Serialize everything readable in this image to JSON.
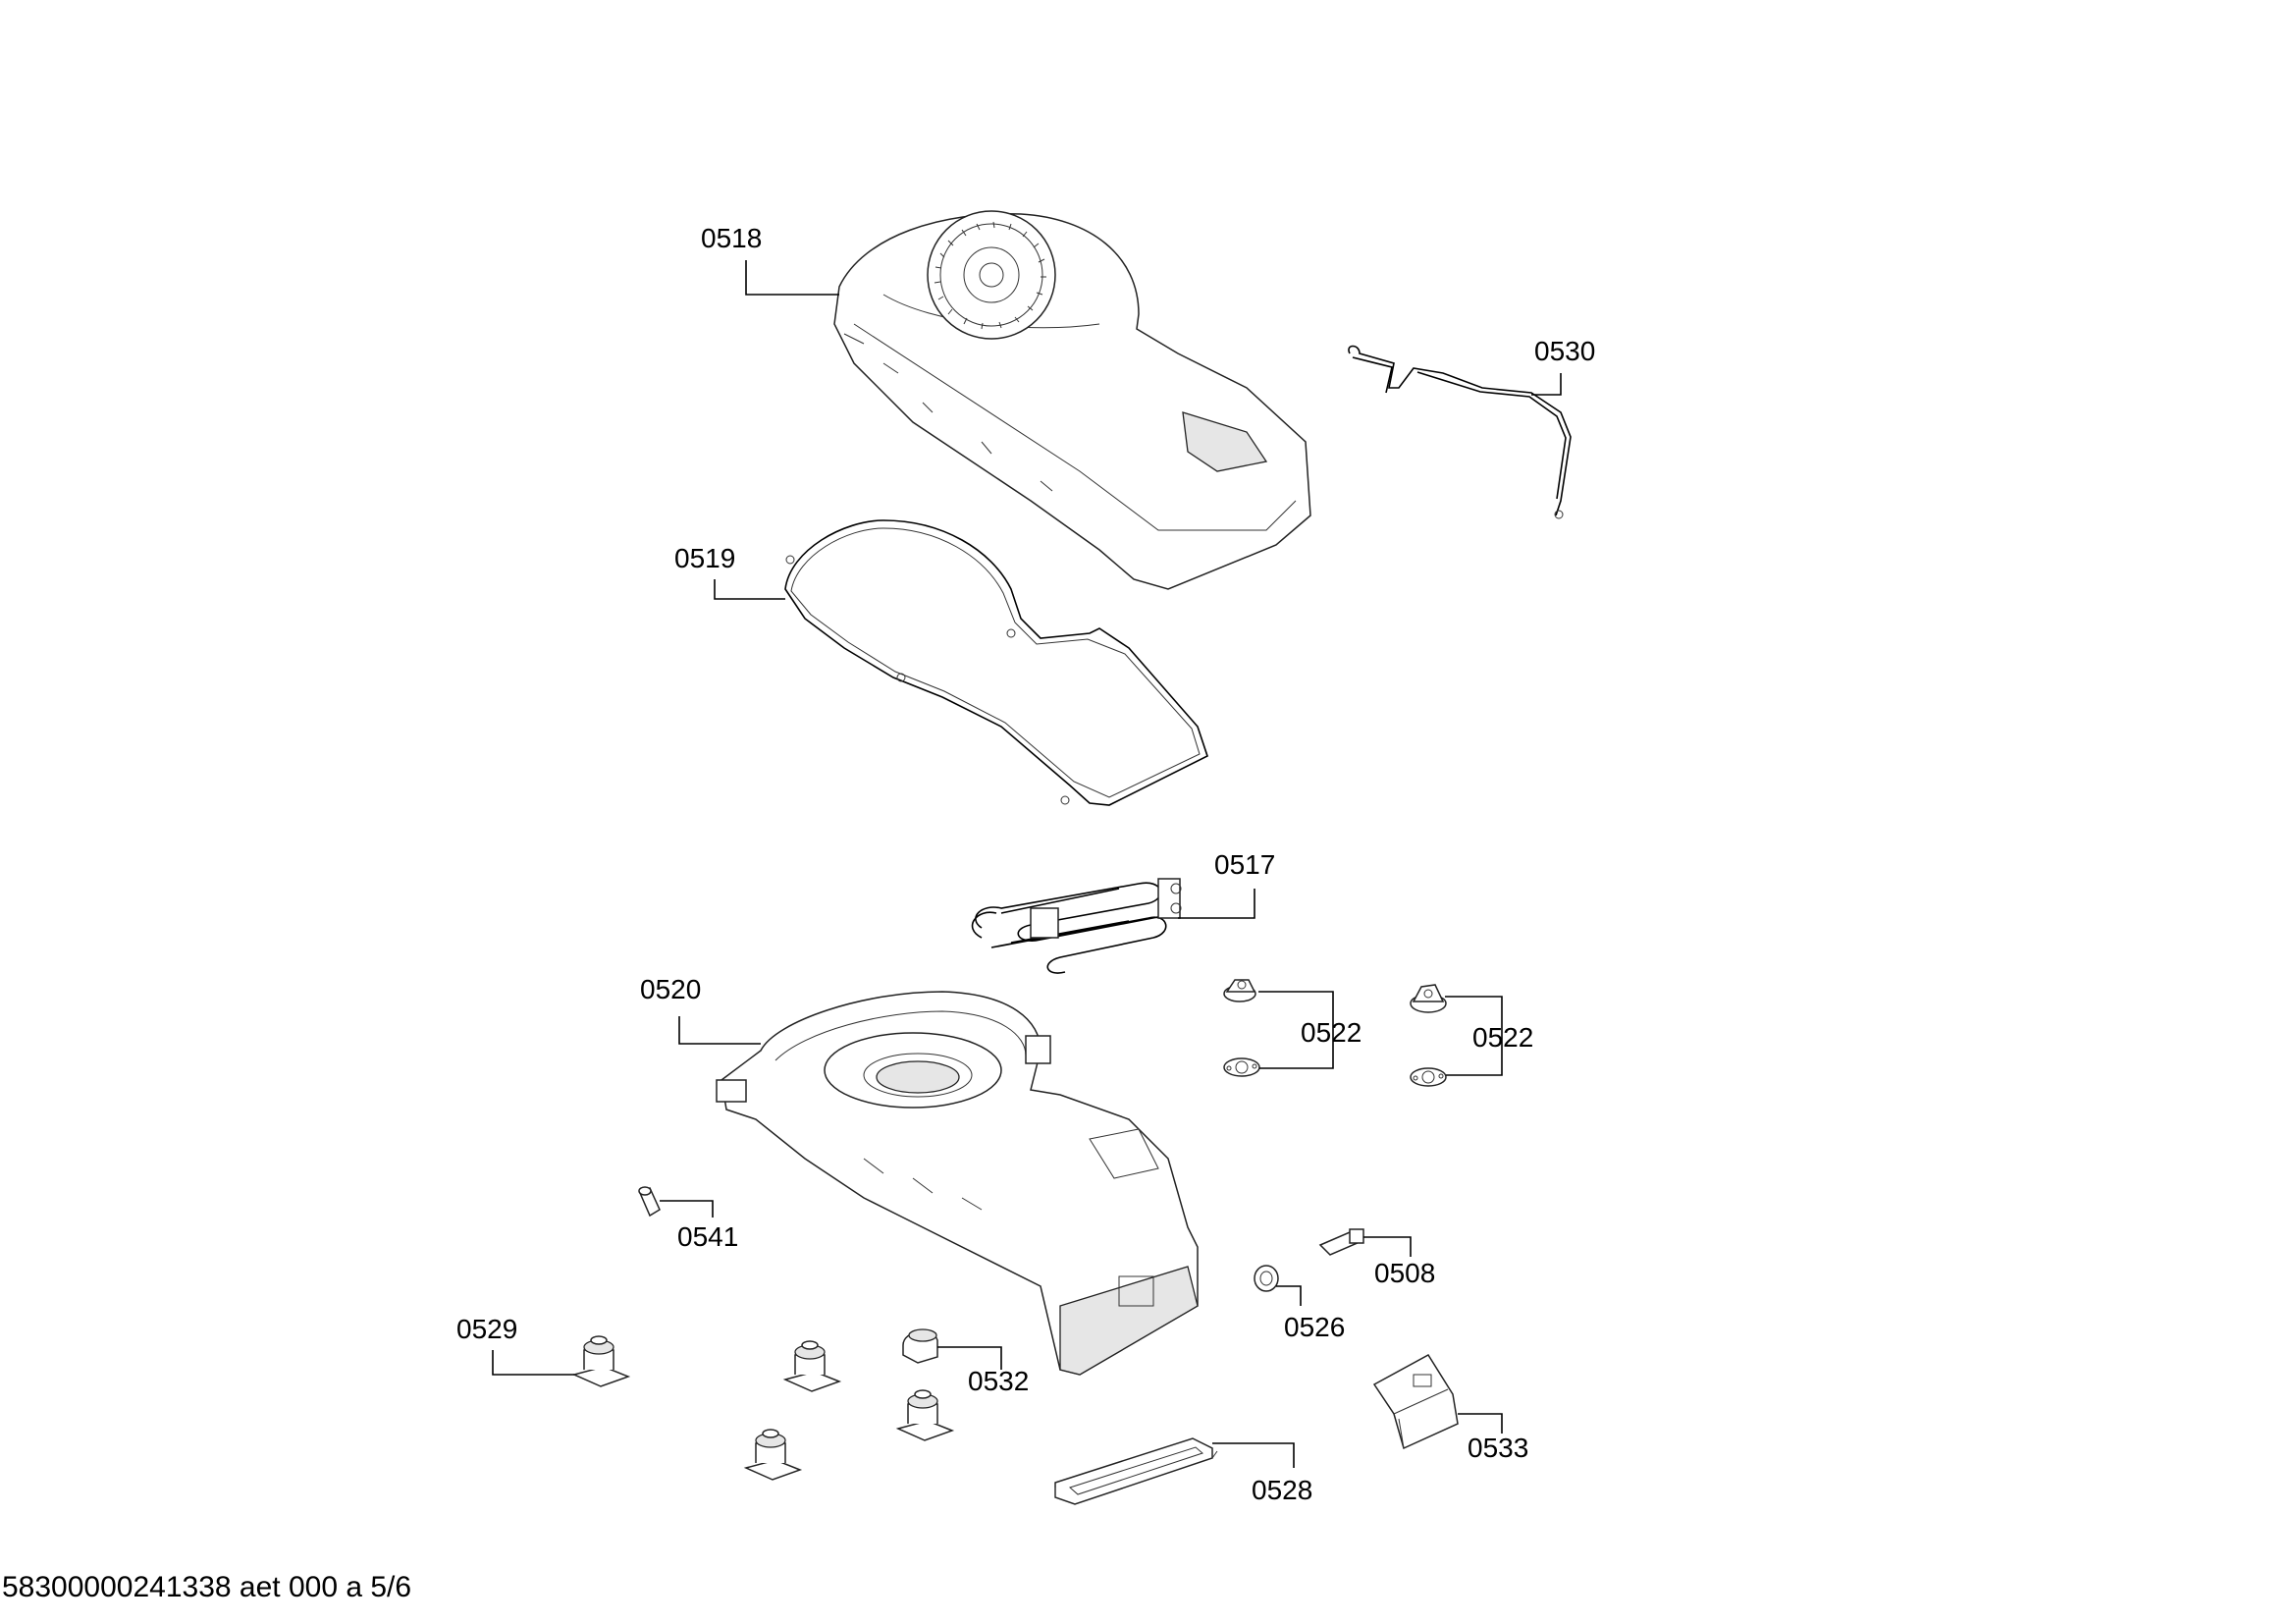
{
  "labels": {
    "p0518": "0518",
    "p0519": "0519",
    "p0530": "0530",
    "p0517": "0517",
    "p0520": "0520",
    "p0522a": "0522",
    "p0522b": "0522",
    "p0541": "0541",
    "p0508": "0508",
    "p0526": "0526",
    "p0529": "0529",
    "p0532": "0532",
    "p0533": "0533",
    "p0528": "0528"
  },
  "footer": "58300000241338 aet 000 a 5/6",
  "colors": {
    "line": "#000000",
    "part_fill": "#ffffff",
    "shade": "#e6e6e6"
  }
}
